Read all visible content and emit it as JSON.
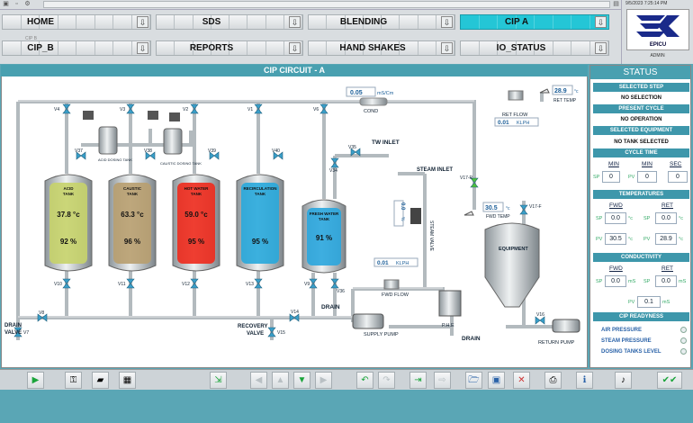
{
  "top": {
    "datetime": "9/5/2023 7:25:14 PM",
    "logo_text": "EPICU",
    "user": "ADMIN"
  },
  "nav": {
    "row1": [
      "HOME",
      "SDS",
      "BLENDING",
      "CIP A"
    ],
    "row2": [
      "CIP_B",
      "REPORTS",
      "HAND SHAKES",
      "IO_STATUS"
    ],
    "small_tag": "CIP B",
    "active": "CIP A"
  },
  "main": {
    "title": "CIP CIRCUIT - A"
  },
  "process": {
    "conductivity": {
      "value": "0.05",
      "unit": "mS/Cm",
      "label": "COND"
    },
    "ret_flow": {
      "label": "RET FLOW",
      "value": "0.01",
      "unit": "KLPH"
    },
    "ret_temp": {
      "value": "28.9",
      "unit": "°c",
      "label": "RET TEMP"
    },
    "fwd_temp": {
      "value": "30.5",
      "unit": "°c",
      "label": "FWD TEMP"
    },
    "fwd_flow": {
      "value": "0.01",
      "unit": "KLPH",
      "label": "FWD FLOW"
    },
    "steam_val": {
      "value": "0.0",
      "unit": "%"
    },
    "tw_inlet": "TW INLET",
    "steam_inlet": "STEAM INLET",
    "steam_valve": "STEAM VALVE",
    "tanks": [
      {
        "name": "ACID TANK",
        "temp": "37.8 °c",
        "level": "92 %",
        "color": "#c6d36a"
      },
      {
        "name": "CAUSTIC TANK",
        "temp": "63.3 °c",
        "level": "96 %",
        "color": "#b89f6f"
      },
      {
        "name": "HOT WATER TANK",
        "temp": "59.0 °c",
        "level": "95 %",
        "color": "#ee2a1c"
      },
      {
        "name": "RECIRCULATION TANK",
        "temp": "",
        "level": "95 %",
        "color": "#28a8dc"
      },
      {
        "name": "FRESH WATER TANK",
        "temp": "",
        "level": "91 %",
        "color": "#2aa6de"
      }
    ],
    "dosing": [
      "ACID DOSING TANK",
      "CAUSTIC DOSING TANK"
    ],
    "valves": [
      "V4",
      "V3",
      "V2",
      "V1",
      "V6",
      "V37",
      "V38",
      "V39",
      "V40",
      "V34",
      "V35",
      "V10",
      "V11",
      "V12",
      "V13",
      "V9",
      "V36",
      "V8",
      "V7",
      "V14",
      "V15",
      "V16",
      "V17-R",
      "V17-F"
    ],
    "labels": {
      "drain_valve": "DRAIN VALVE",
      "recovery_valve": "RECOVERY VALVE",
      "drain": "DRAIN",
      "drain2": "DRAIN",
      "supply_pump": "SUPPLY PUMP",
      "return_pump": "RETURN PUMP",
      "phe": "P.H.E",
      "equipment": "EQUIPMENT"
    }
  },
  "status": {
    "header": "STATUS",
    "selected_step": {
      "title": "SELECTED STEP",
      "value": "NO SELECTION"
    },
    "present_cycle": {
      "title": "PRESENT CYCLE",
      "value": "NO OPERATION"
    },
    "selected_equipment": {
      "title": "SELECTED EQUIPMENT",
      "value": "NO TANK SELECTED"
    },
    "cycle_time": {
      "title": "CYCLE TIME",
      "min1": "MIN",
      "min2": "MIN",
      "sec": "SEC",
      "sp_label": "SP",
      "pv_label": "PV",
      "sp": "0",
      "pv": "0",
      "sec_val": "0"
    },
    "temperatures": {
      "title": "TEMPERATURES",
      "fwd": "FWD",
      "ret": "RET",
      "sp_label": "SP",
      "pv_label": "PV",
      "sp_fwd": "0.0",
      "sp_ret": "0.0",
      "pv_fwd": "30.5",
      "pv_ret": "28.9",
      "unit": "°c"
    },
    "conductivity": {
      "title": "CONDUCTIVITY",
      "fwd": "FWD",
      "ret": "RET",
      "sp_label": "SP",
      "pv_label": "PV",
      "sp_fwd": "0.0",
      "sp_ret": "0.0",
      "pv": "0.1",
      "unit": "mS"
    },
    "readiness": {
      "title": "CIP READYNESS",
      "items": [
        "AIR PRESSURE",
        "STEAM PRESSURE",
        "DOSING TANKS LEVEL"
      ]
    }
  },
  "colors": {
    "accent": "#49a0b0",
    "active_tab": "#24c6d6",
    "pipe": "#c7ccd0",
    "valve": "#3a9fc9"
  }
}
